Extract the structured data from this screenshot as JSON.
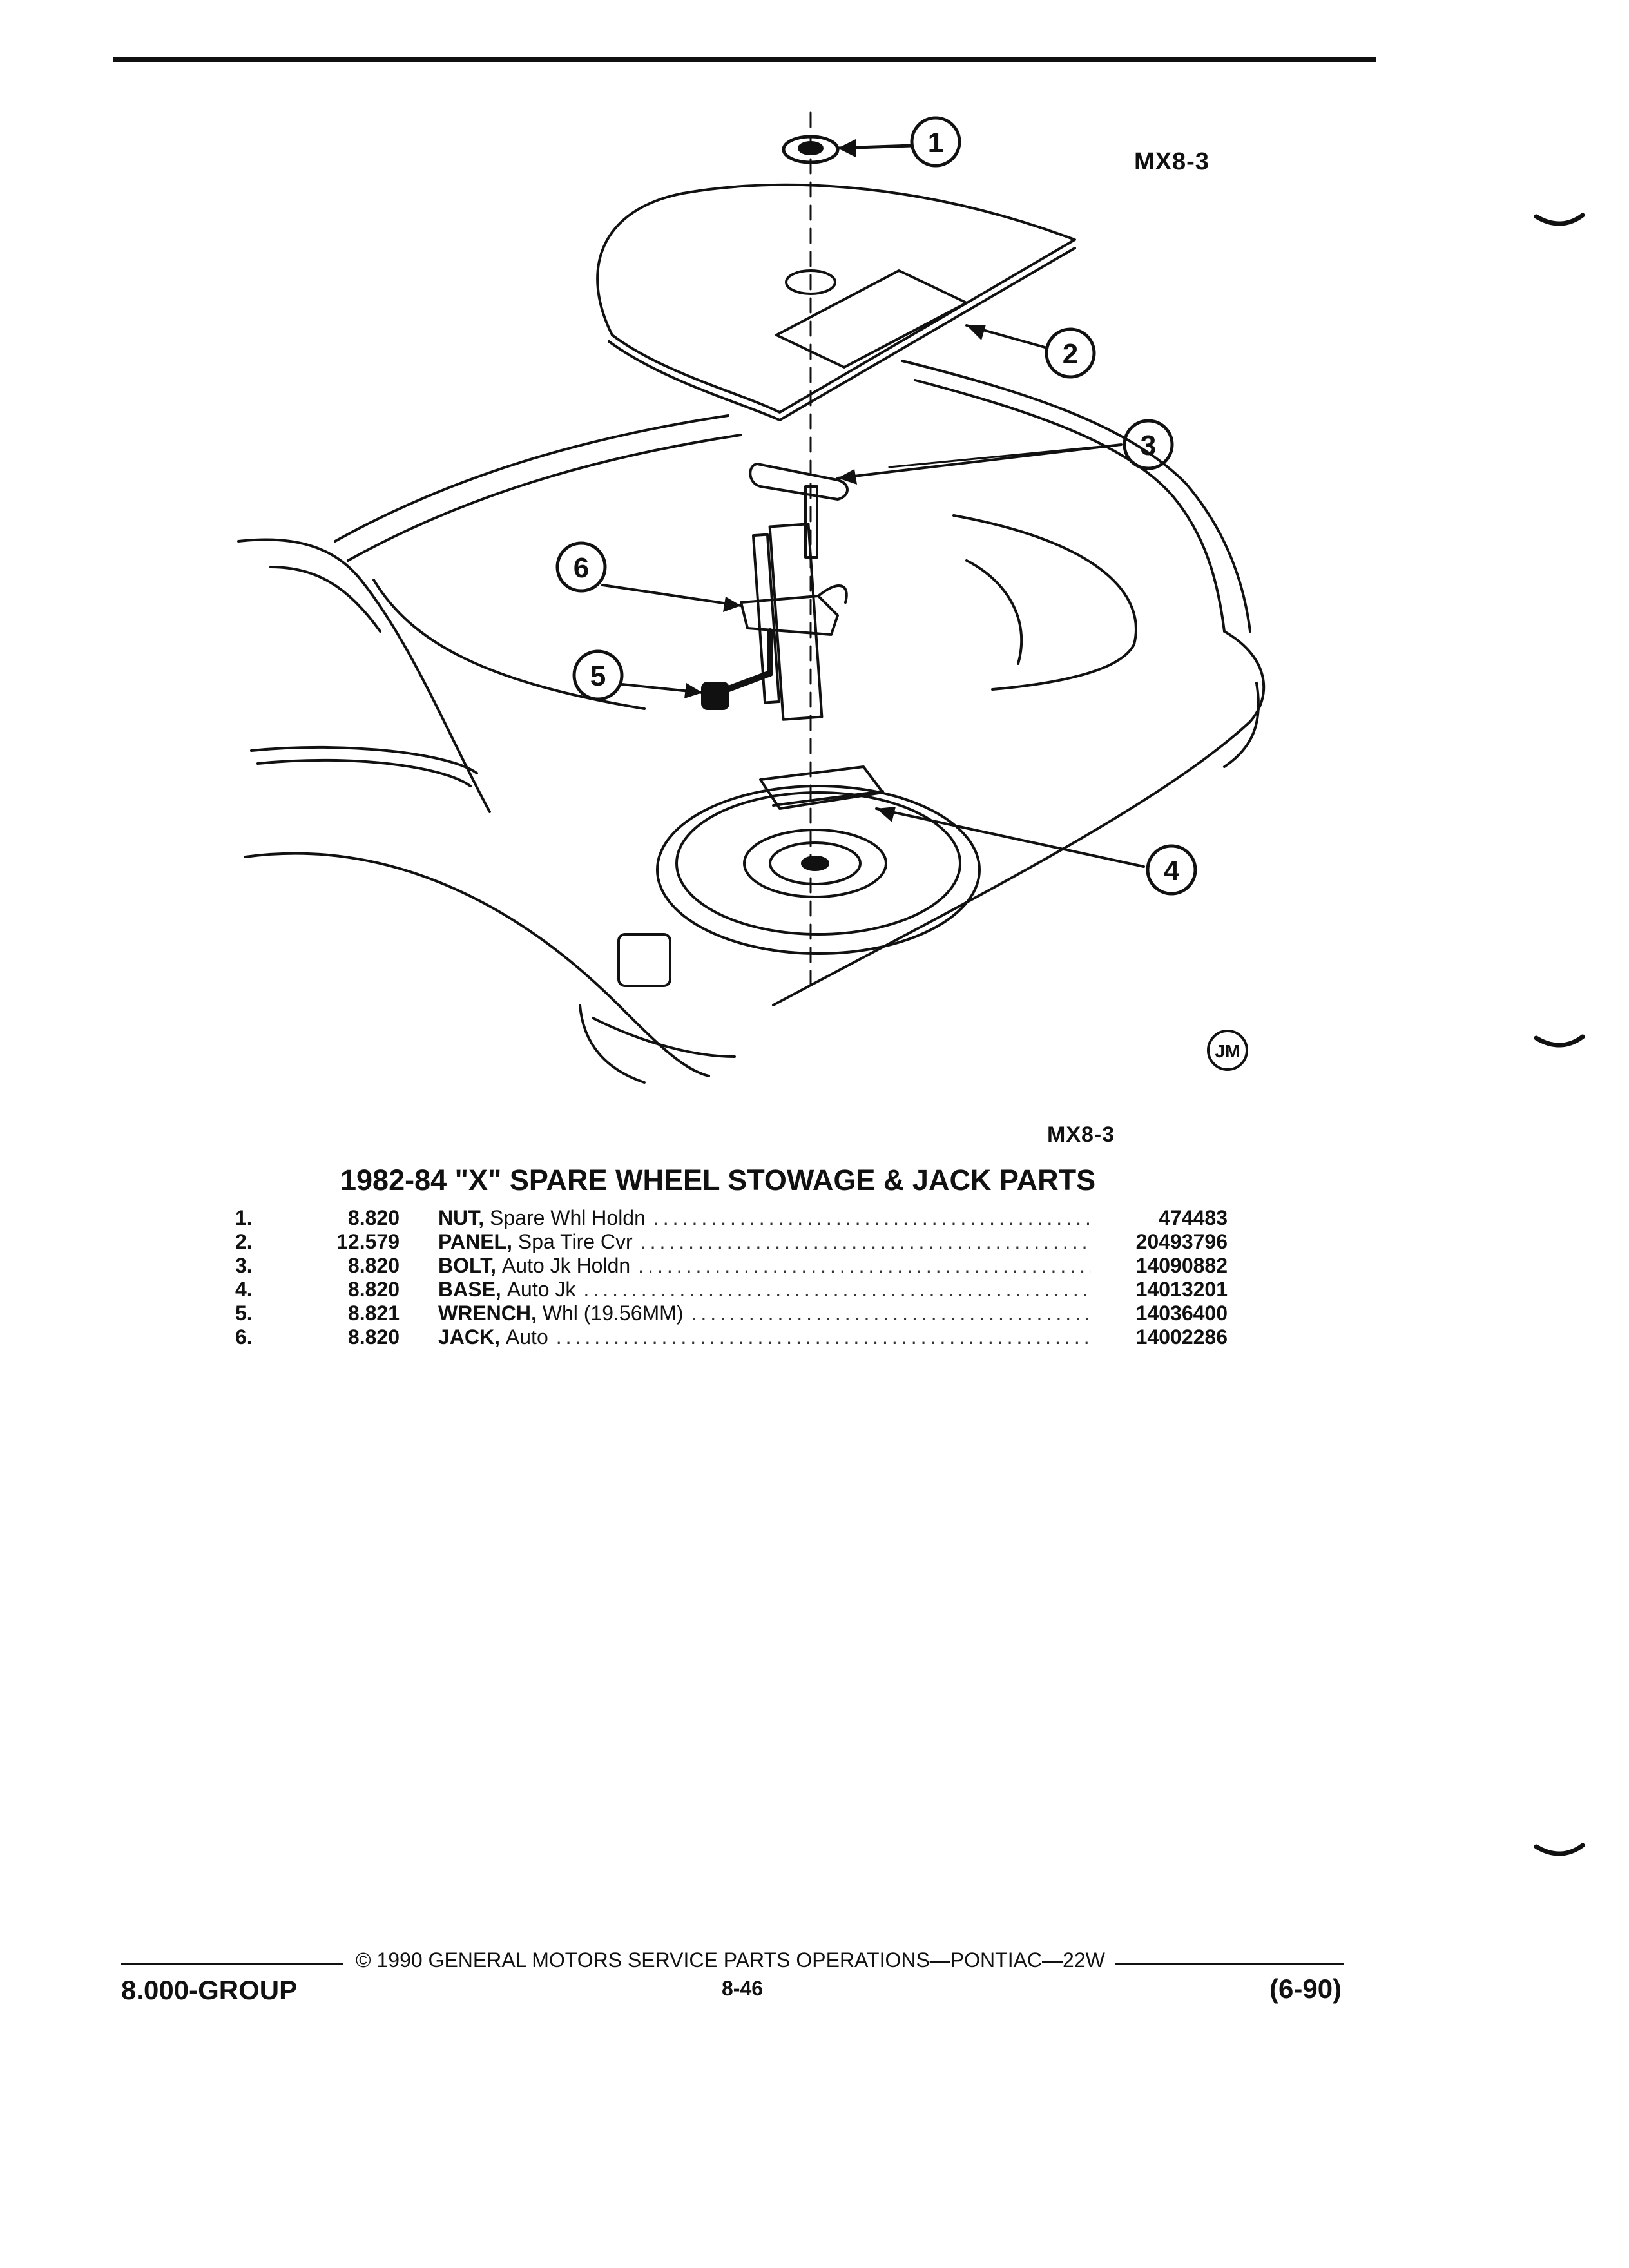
{
  "diagram": {
    "code_top": "MX8-3",
    "code_bottom": "MX8-3",
    "callouts": [
      "1",
      "2",
      "3",
      "4",
      "5",
      "6"
    ],
    "stamp": "JM"
  },
  "section": {
    "title": "1982-84 \"X\" SPARE WHEEL STOWAGE & JACK PARTS"
  },
  "parts": [
    {
      "index": "1.",
      "group": "8.820",
      "name": "NUT,",
      "desc": "Spare Whl Holdn",
      "number": "474483"
    },
    {
      "index": "2.",
      "group": "12.579",
      "name": "PANEL,",
      "desc": "Spa Tire Cvr",
      "number": "20493796"
    },
    {
      "index": "3.",
      "group": "8.820",
      "name": "BOLT,",
      "desc": "Auto Jk Holdn",
      "number": "14090882"
    },
    {
      "index": "4.",
      "group": "8.820",
      "name": "BASE,",
      "desc": "Auto Jk",
      "number": "14013201"
    },
    {
      "index": "5.",
      "group": "8.821",
      "name": "WRENCH,",
      "desc": "Whl (19.56MM)",
      "number": "14036400"
    },
    {
      "index": "6.",
      "group": "8.820",
      "name": "JACK,",
      "desc": "Auto",
      "number": "14002286"
    }
  ],
  "footer": {
    "copyright": "© 1990 GENERAL MOTORS SERVICE PARTS OPERATIONS—PONTIAC—22W",
    "group": "8.000-GROUP",
    "page": "8-46",
    "date": "(6-90)"
  }
}
